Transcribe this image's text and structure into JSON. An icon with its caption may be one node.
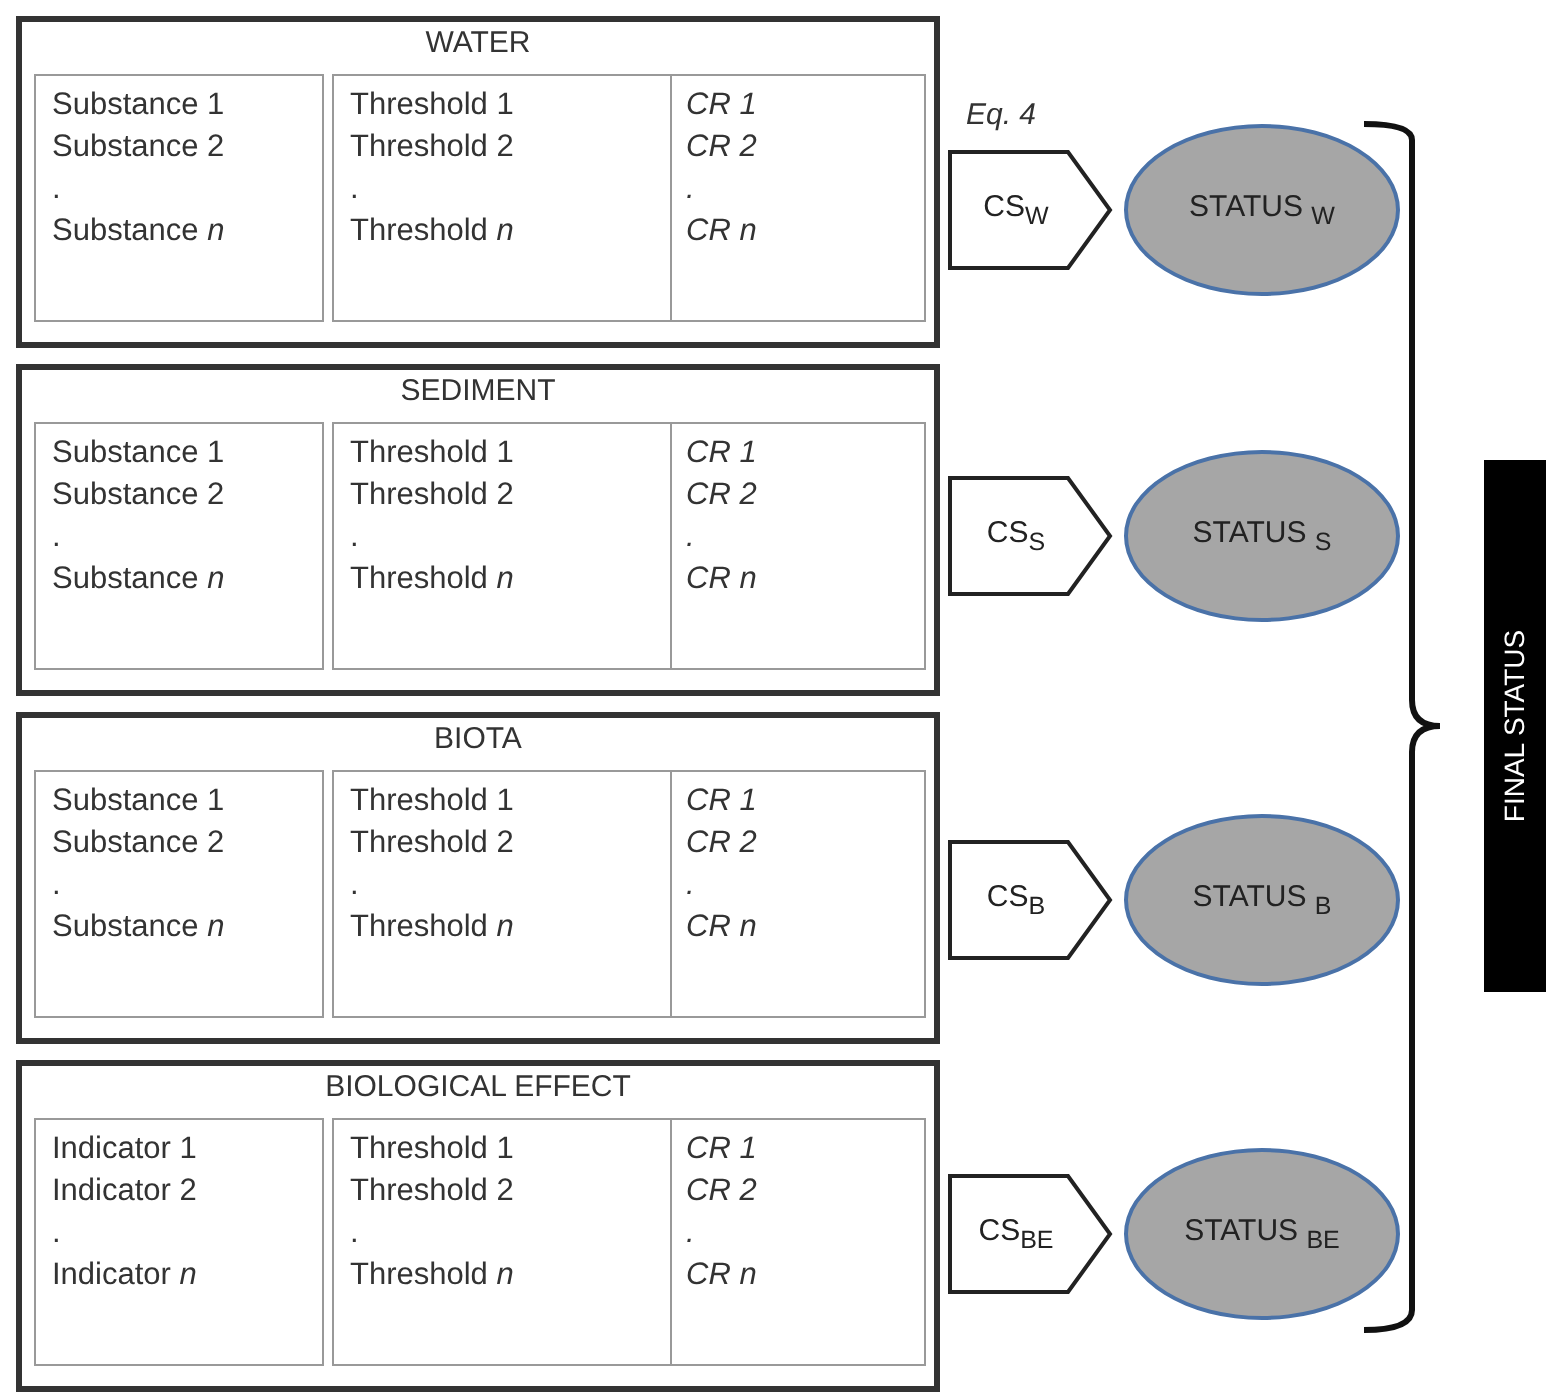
{
  "diagram": {
    "nodes": [
      {
        "text": [
          "WATER"
        ]
      },
      {
        "text": [
          "Substance 1",
          "Substance 2",
          ".",
          "Substance *n*"
        ],
        "in": 0
      },
      {
        "text": [
          "Threshold 1",
          "Threshold 2",
          ".",
          "Threshold *n*"
        ],
        "in": 0
      },
      {
        "text": [
          "CR 1",
          "CR 2",
          ".",
          "CR n"
        ],
        "in": 0
      },
      {
        "text": [
          "SEDIMENT"
        ]
      },
      {
        "text": [
          "Substance 1",
          "Substance 2",
          ".",
          "Substance *n*"
        ],
        "in": 4
      },
      {
        "text": [
          "Threshold 1",
          "Threshold 2",
          ".",
          "Threshold *n*"
        ],
        "in": 4
      },
      {
        "text": [
          "CR 1",
          "CR 2",
          ".",
          "CR n"
        ],
        "in": 4
      },
      {
        "text": [
          "BIOTA"
        ]
      },
      {
        "text": [
          "Substance 1",
          "Substance 2",
          ".",
          "Substance *n*"
        ],
        "in": 8
      },
      {
        "text": [
          "Threshold 1",
          "Threshold 2",
          ".",
          "Threshold *n*"
        ],
        "in": 8
      },
      {
        "text": [
          "CR 1",
          "CR 2",
          ".",
          "CR n"
        ],
        "in": 8
      },
      {
        "text": [
          "BIOLOGICAL EFFECT"
        ]
      },
      {
        "text": [
          "Indicator 1",
          "Indicator 2",
          ".",
          "Indicator *n*"
        ],
        "in": 12
      },
      {
        "text": [
          "Threshold 1",
          "Threshold 2",
          ".",
          "Threshold *n*"
        ],
        "in": 12
      },
      {
        "text": [
          "CR 1",
          "CR 2",
          ".",
          "CR n"
        ],
        "in": 12
      },
      {
        "text": [
          "CS$_{W}$"
        ],
        "beside": [
          "Eq. 4"
        ]
      },
      {
        "text": [
          "STATUS $_{W}$"
        ]
      },
      {
        "text": [
          "CS$_{S}$"
        ]
      },
      {
        "text": [
          "STATUS $_{S}$"
        ]
      },
      {
        "text": [
          "CS$_{B}$"
        ]
      },
      {
        "text": [
          "STATUS $_{B}$"
        ]
      },
      {
        "text": [
          "CS$_{BE}$"
        ]
      },
      {
        "text": [
          "STATUS $_{BE}$"
        ]
      },
      {
        "text": [
          "FINAL STATUS"
        ]
      }
    ],
    "edges": []
  }
}
